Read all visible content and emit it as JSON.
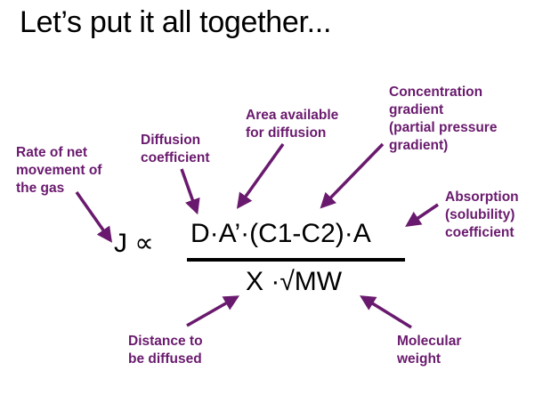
{
  "title": "Let’s put it all together...",
  "equation": {
    "lhs": "J ∝",
    "numerator": "D·A’·(C1-C2)·A",
    "denominator": "X ·√MW"
  },
  "labels": {
    "rate": [
      "Rate of net",
      "movement of",
      "the gas"
    ],
    "diffusion_coefficient": [
      "Diffusion",
      "coefficient"
    ],
    "area": [
      "Area available",
      "for diffusion"
    ],
    "concentration": [
      "Concentration",
      "gradient",
      "(partial pressure",
      "gradient)"
    ],
    "absorption": [
      "Absorption",
      "(solubility)",
      "coefficient"
    ],
    "distance": [
      "Distance to",
      "be diffused"
    ],
    "molecular_weight": [
      "Molecular",
      "weight"
    ]
  },
  "colors": {
    "label": "#6a1a6e",
    "arrow": "#6a1a6e",
    "equation": "#000000"
  }
}
